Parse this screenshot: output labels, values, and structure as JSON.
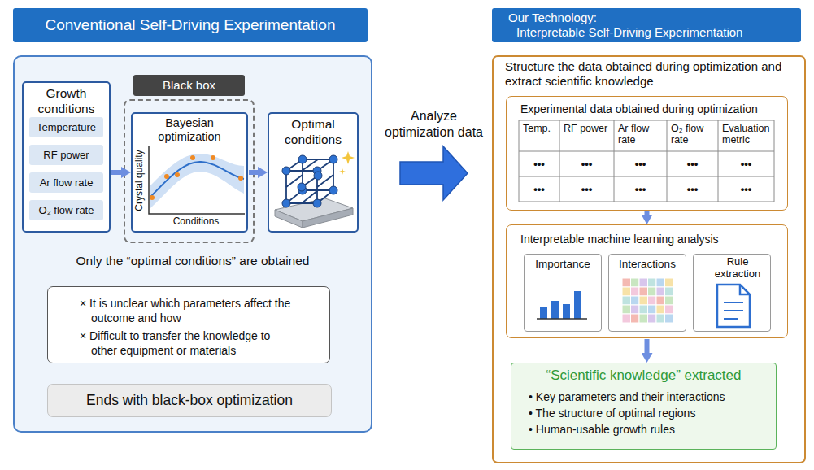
{
  "diagram": {
    "nodes": [
      {
        "text": [
          "Conventional Self-Driving Experimentation"
        ]
      },
      {
        "text": [
          "Growth conditions"
        ],
        "in": 0
      },
      {
        "text": [
          "Temperature"
        ],
        "in": 1
      },
      {
        "text": [
          "RF power"
        ],
        "in": 1
      },
      {
        "text": [
          "Ar flow rate"
        ],
        "in": 1
      },
      {
        "text": [
          "O₂ flow rate"
        ],
        "in": 1
      },
      {
        "text": [
          "Black box"
        ],
        "in": 0
      },
      {
        "text": [
          "Bayesian optimization"
        ],
        "in": 6
      },
      {
        "text": [
          "Optimal conditions"
        ],
        "in": 0
      },
      {
        "text": [
          "× It is unclear which parameters affect the outcome and how",
          "× Difficult to transfer the knowledge to other equipment or materials"
        ],
        "in": 0
      },
      {
        "text": [
          "Ends with black-box optimization"
        ],
        "in": 0
      },
      {
        "text": [
          "Our Technology:",
          "Interpretable Self-Driving Experimentation",
          "Structure the data obtained during optimization and extract scientific knowledge"
        ]
      },
      {
        "text": [
          "Experimental data obtained during optimization"
        ],
        "in": 11
      },
      {
        "text": [
          "Interpretable machine learning analysis"
        ],
        "in": 11
      },
      {
        "text": [
          "Importance"
        ],
        "in": 13
      },
      {
        "text": [
          "Interactions"
        ],
        "in": 13
      },
      {
        "text": [
          "Rule extraction"
        ],
        "in": 13
      },
      {
        "text": [
          "“Scientific knowledge” extracted",
          "• Key parameters and their interactions",
          "• The structure of optimal regions",
          "• Human-usable growth rules"
        ],
        "in": 11
      }
    ],
    "edges": [
      {
        "from": 1,
        "to": 7,
        "arrow": "to"
      },
      {
        "from": 7,
        "to": 8,
        "arrow": "to"
      },
      {
        "from": 0,
        "to": 11,
        "label": "Analyze optimization data",
        "arrow": "to"
      },
      {
        "from": 12,
        "to": 13,
        "arrow": "to"
      },
      {
        "from": 13,
        "to": 17,
        "arrow": "to"
      }
    ],
    "labels": [
      "Crystal quality",
      "Conditions",
      "Only the “optimal conditions” are obtained",
      "Temp.",
      "RF power",
      "Ar flow rate",
      "O₂ flow rate",
      "Evaluation metric",
      "•••",
      "•••",
      "•••",
      "•••",
      "•••",
      "•••",
      "•••",
      "•••",
      "•••",
      "•••"
    ]
  }
}
